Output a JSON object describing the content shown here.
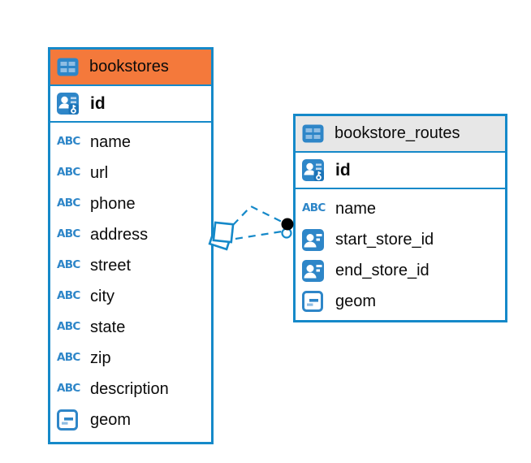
{
  "colors": {
    "accent_blue": "#1589C9",
    "header_orange": "#F4793B",
    "header_gray": "#E7E7E7",
    "icon_blue": "#2E86C8",
    "icon_light_blue": "#8FBDE3",
    "text": "#0B0B0B",
    "background": "#FFFFFF",
    "connector_dot": "#000000"
  },
  "icons": {
    "text_type_glyph": "ABC"
  },
  "tables": [
    {
      "name": "bookstores",
      "header_style": "orange",
      "columns": [
        {
          "name": "id",
          "type_icon": "primary-key"
        },
        {
          "name": "name",
          "type_icon": "text"
        },
        {
          "name": "url",
          "type_icon": "text"
        },
        {
          "name": "phone",
          "type_icon": "text"
        },
        {
          "name": "address",
          "type_icon": "text"
        },
        {
          "name": "street",
          "type_icon": "text"
        },
        {
          "name": "city",
          "type_icon": "text"
        },
        {
          "name": "state",
          "type_icon": "text"
        },
        {
          "name": "zip",
          "type_icon": "text"
        },
        {
          "name": "description",
          "type_icon": "text"
        },
        {
          "name": "geom",
          "type_icon": "geometry"
        }
      ]
    },
    {
      "name": "bookstore_routes",
      "header_style": "gray",
      "columns": [
        {
          "name": "id",
          "type_icon": "primary-key"
        },
        {
          "name": "name",
          "type_icon": "text"
        },
        {
          "name": "start_store_id",
          "type_icon": "foreign-key"
        },
        {
          "name": "end_store_id",
          "type_icon": "foreign-key"
        },
        {
          "name": "geom",
          "type_icon": "geometry"
        }
      ]
    }
  ],
  "relationship": {
    "from_table": "bookstores",
    "to_table": "bookstore_routes",
    "line_style": "dashed"
  }
}
